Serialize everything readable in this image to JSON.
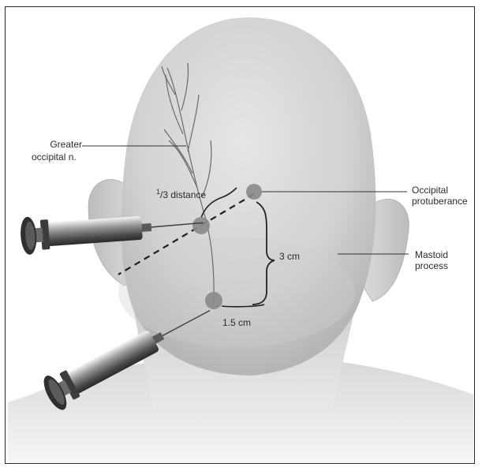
{
  "labels": {
    "greater_occipital_line1": "Greater",
    "greater_occipital_line2": "occipital n.",
    "one_third_sup": "1",
    "one_third_rest": "/3 distance",
    "occipital_line1": "Occipital",
    "occipital_line2": "protuberance",
    "three_cm": "3 cm",
    "mastoid_line1": "Mastoid",
    "mastoid_line2": "process",
    "one_point_five_cm": "1.5 cm"
  }
}
